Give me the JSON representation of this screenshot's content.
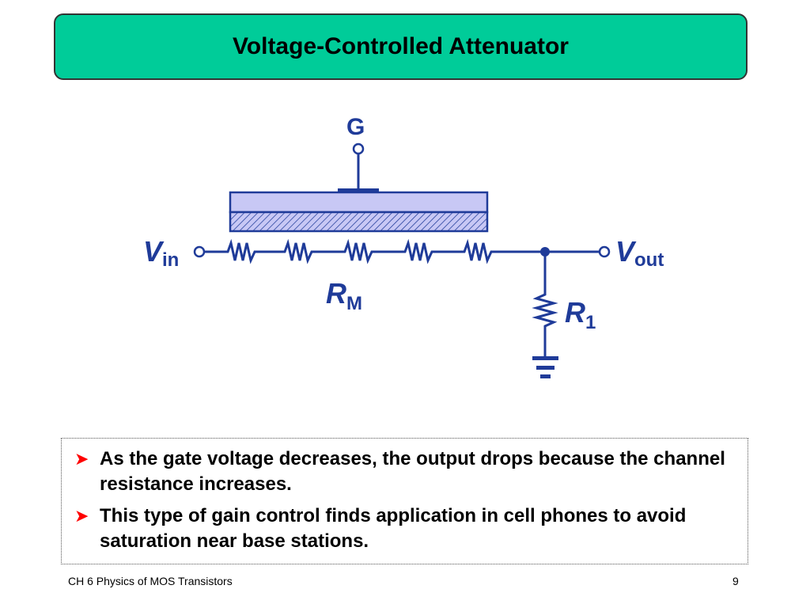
{
  "title": "Voltage-Controlled Attenuator",
  "diagram": {
    "gate_label": "G",
    "vin_label": {
      "main": "V",
      "sub": "in"
    },
    "vout_label": {
      "main": "V",
      "sub": "out"
    },
    "rm_label": {
      "main": "R",
      "sub": "M"
    },
    "r1_label": {
      "main": "R",
      "sub": "1"
    },
    "colors": {
      "wire": "#1f3b99",
      "channel_fill": "#c8c8f5"
    }
  },
  "bullets": [
    {
      "icon": "arrow-bullet-icon",
      "text": "As the gate voltage decreases, the output drops because the channel resistance increases."
    },
    {
      "icon": "arrow-bullet-icon",
      "text": "This type of gain control finds application in cell phones to avoid saturation near base stations."
    }
  ],
  "footer": {
    "left": "CH 6  Physics of MOS Transistors",
    "page_number": "9"
  }
}
